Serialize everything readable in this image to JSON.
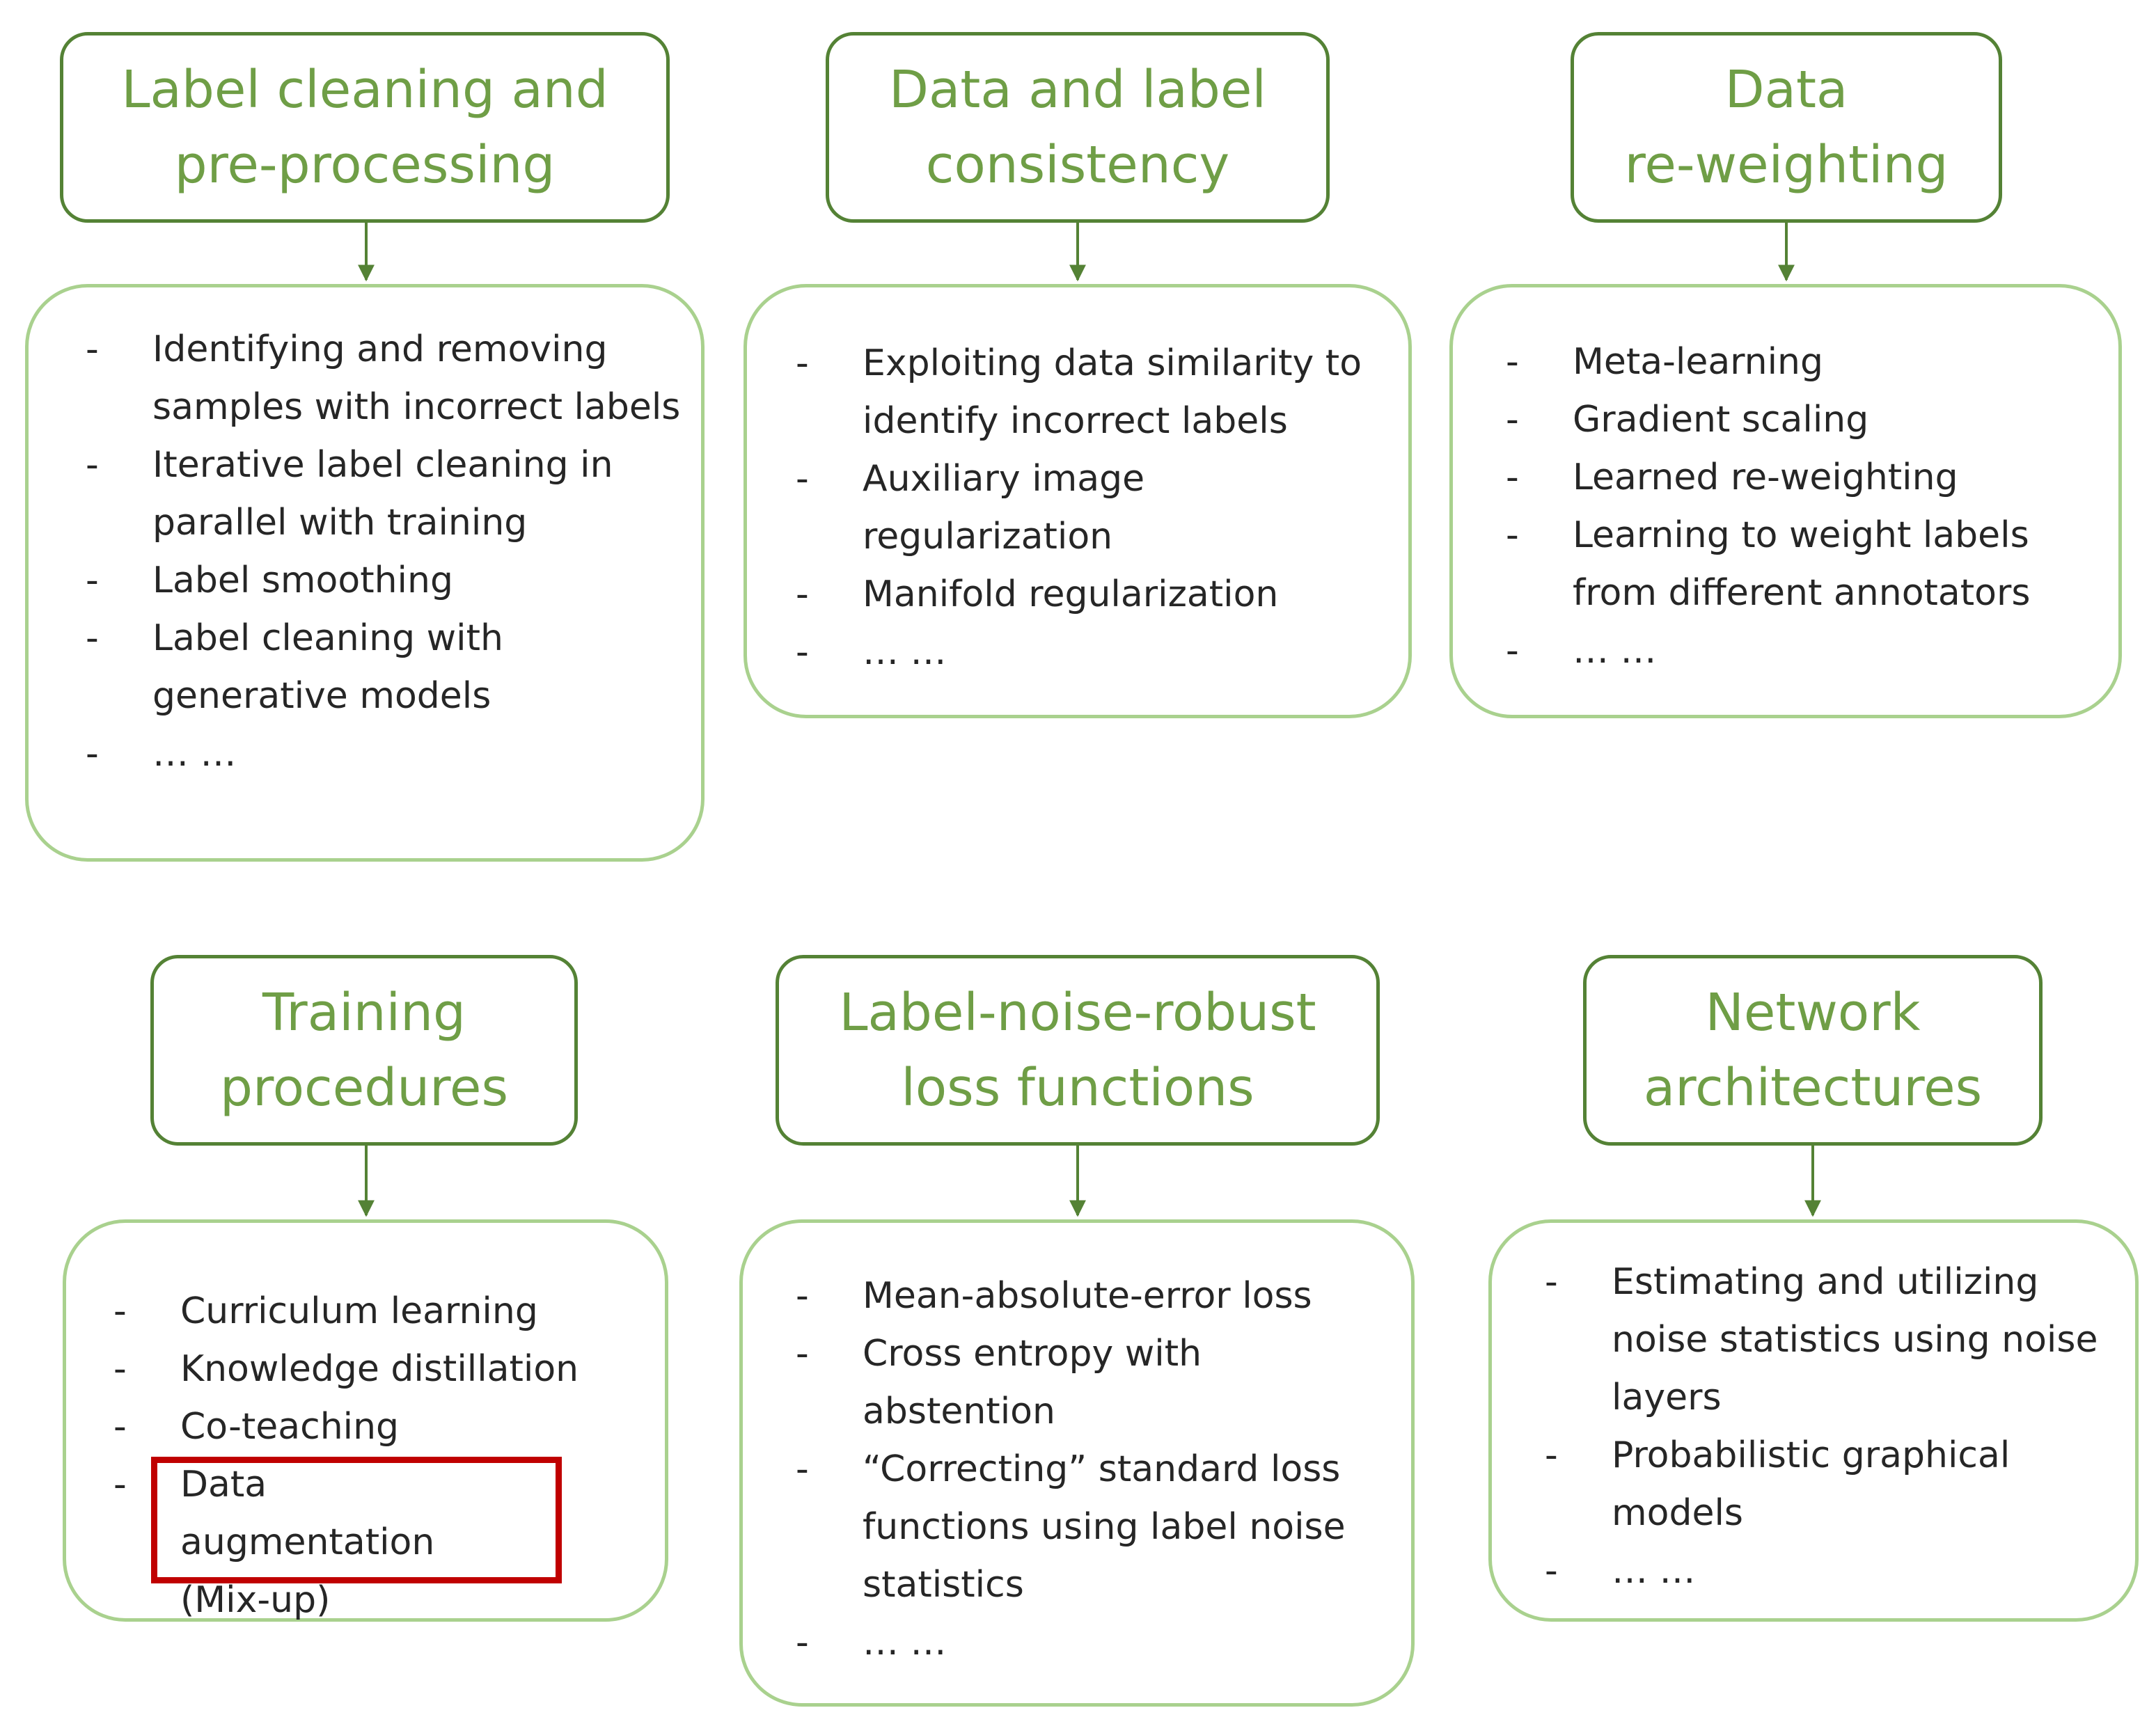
{
  "bullet_marker": "-",
  "colors": {
    "title_border": "#548235",
    "title_text": "#6f9e46",
    "content_border": "#a9d18e",
    "arrow": "#548235",
    "item_text": "#262626",
    "highlight": "#c00000"
  },
  "categories": [
    {
      "title_lines": [
        "Label cleaning and",
        "pre-processing"
      ],
      "items": [
        "Identifying and removing samples with incorrect labels",
        "Iterative label cleaning in parallel with training",
        "Label smoothing",
        "Label cleaning with generative models",
        "… …"
      ]
    },
    {
      "title_lines": [
        "Data and label",
        "consistency"
      ],
      "items": [
        "Exploiting data similarity to identify incorrect labels",
        "Auxiliary image regularization",
        "Manifold regularization",
        "… …"
      ]
    },
    {
      "title_lines": [
        "Data",
        "re-weighting"
      ],
      "items": [
        "Meta-learning",
        "Gradient scaling",
        "Learned re-weighting",
        "Learning to weight labels from different annotators",
        "… …"
      ]
    },
    {
      "title_lines": [
        "Training",
        "procedures"
      ],
      "items": [
        "Curriculum learning",
        "Knowledge distillation",
        "Co-teaching",
        "Data augmentation (Mix-up)"
      ],
      "highlighted_item": "Data augmentation (Mix-up)"
    },
    {
      "title_lines": [
        "Label-noise-robust",
        "loss functions"
      ],
      "items": [
        "Mean-absolute-error loss",
        "Cross entropy with abstention",
        "“Correcting” standard loss functions using label noise statistics",
        "… …"
      ]
    },
    {
      "title_lines": [
        "Network",
        "architectures"
      ],
      "items": [
        "Estimating and utilizing noise statistics using noise layers",
        "Probabilistic graphical models",
        "… …"
      ]
    }
  ]
}
